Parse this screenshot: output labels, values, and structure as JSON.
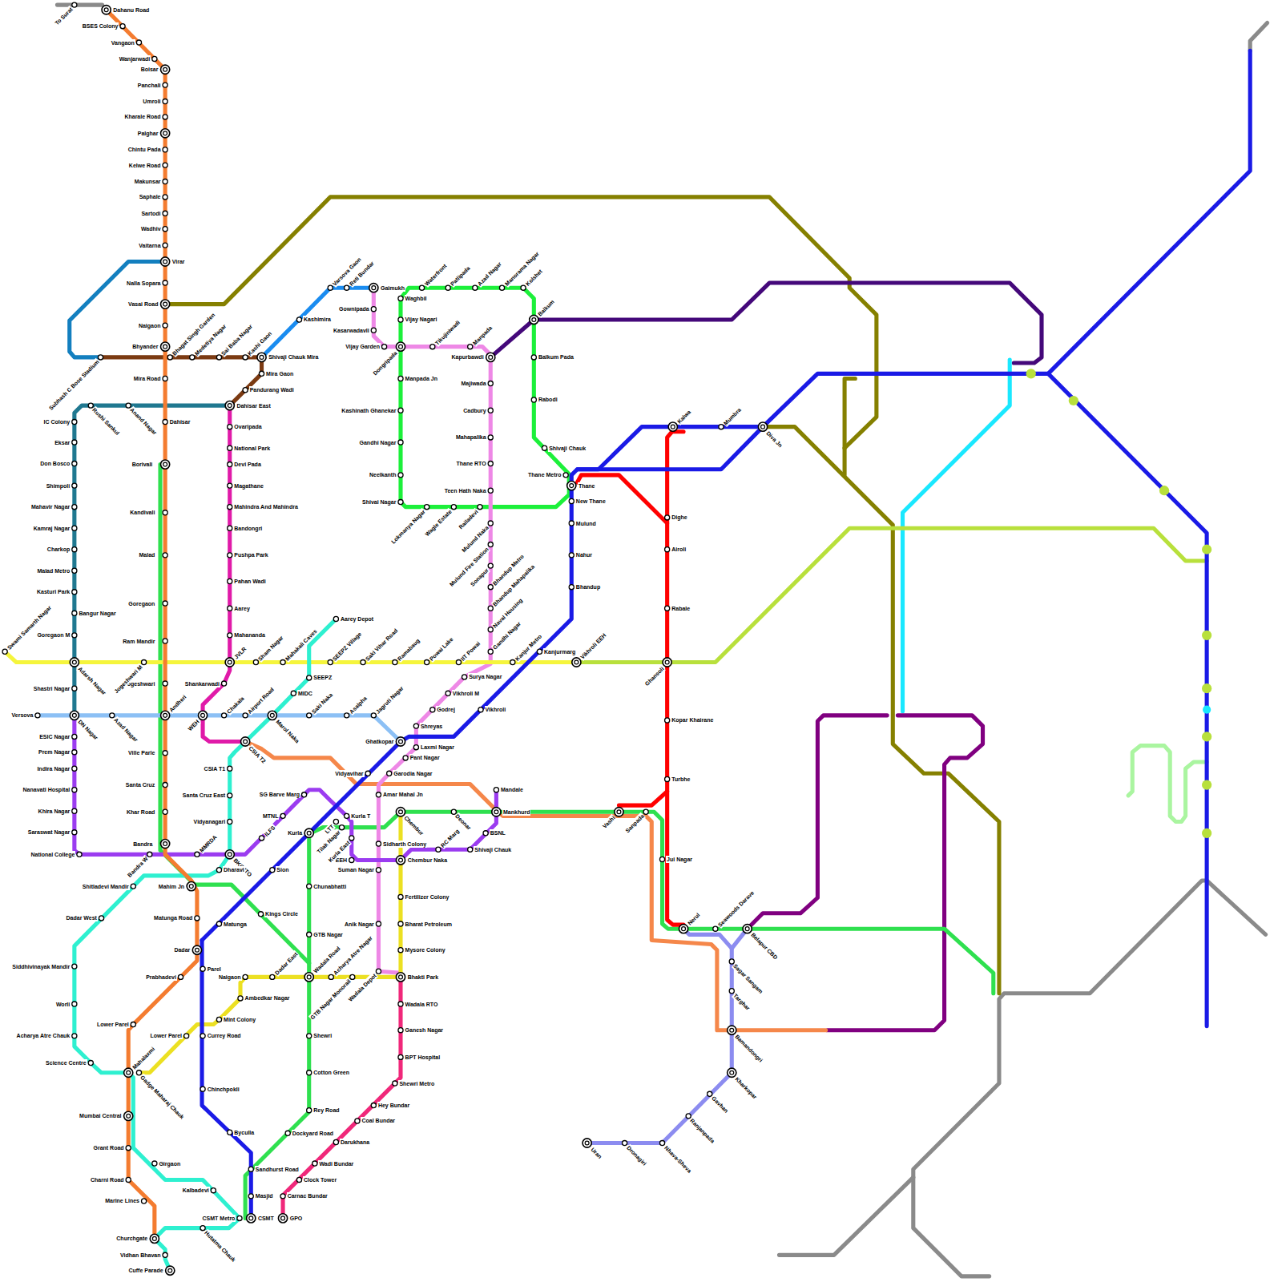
{
  "diagram": {
    "labels": [
      "To Surat",
      "Dahanu Road",
      "BSES Colony",
      "Vangaon",
      "Wanjarwadi",
      "Boisar",
      "Panchali",
      "Umroli",
      "Kharale Road",
      "Palghar",
      "Chintu Pada",
      "Kelwe Road",
      "Makunsar",
      "Saphale",
      "Sartodi",
      "Wadhiv",
      "Vaitarna",
      "Virar",
      "Nalla Sopara",
      "Vasai Road",
      "Naigaon",
      "Bhyander",
      "Mira Road",
      "Dahisar",
      "Borivali",
      "Kandivali",
      "Malad",
      "Goregaon",
      "Ram Mandir",
      "Jogeshwari",
      "Andheri",
      "Ville Parle",
      "Santa Cruz",
      "Khar Road",
      "Bandra",
      "Mahim Jn",
      "Matunga Road",
      "Dadar",
      "Prabhadevi",
      "Lower Parel",
      "Mahalaxmi",
      "Mumbai Central",
      "Grant Road",
      "Charni Road",
      "Marine Lines",
      "Churchgate",
      "Subhash C Bose Stadium",
      "Bhagat Singh Garden",
      "Medetiya Nagar",
      "Sai Baba Nagar",
      "Kashi Gaon",
      "Shivaji Chauk Mira",
      "Mira Gaon",
      "Pandurang Wadi",
      "Dahisar East",
      "Kashimira",
      "Varsova Gaon",
      "Reti Bundar",
      "Gaimukh",
      "Rushi Sankul",
      "Anand Nagar",
      "IC Colony",
      "Eksar",
      "Don Bosco",
      "Shimpoli",
      "Mahavir Nagar",
      "Kamraj Nagar",
      "Charkop",
      "Malad Metro",
      "Kasturi Park",
      "Bangur Nagar",
      "Goregaon M",
      "Adarsh Nagar",
      "Shastri Nagar",
      "DN Nagar",
      "ESIC Nagar",
      "Prem Nagar",
      "Indira Nagar",
      "Nanavati Hospital",
      "Khira Nagar",
      "Saraswat Nagar",
      "National College",
      "Bandra W",
      "MMRDA",
      "BKC ITO",
      "ILFS",
      "MTNL",
      "SG Barve Marg",
      "Kurla T",
      "EEH",
      "Chembur Naka",
      "RC Marg",
      "Shivaji Chauk",
      "BSNL",
      "Mandale",
      "Swami Samarth Nagar",
      "Jogeshwari M",
      "JVLR",
      "Sham Nagar",
      "Mahakali Caves",
      "SEEPZ Village",
      "Saki Vihar Road",
      "Ramabaug",
      "Powai Lake",
      "IIT Powai",
      "Kanjur Metro",
      "Kanjurmarg",
      "Vikhroli EEH",
      "Ovaripada",
      "National Park",
      "Devi Pada",
      "Magathane",
      "Mahindra And Mahindra",
      "Bandongri",
      "Pushpa Park",
      "Pahan Wadi",
      "Aarey",
      "Mahananda",
      "Shankarwadi",
      "WEH",
      "CSIA T2",
      "Versova",
      "Azad Nagar",
      "Chakala",
      "Airport Road",
      "Marol Naka",
      "Saki Naka",
      "Asalpha",
      "Jagruti Nagar",
      "Ghatkopar",
      "Aarey Depot",
      "SEEPZ",
      "MIDC",
      "CSIA T1",
      "Santa Cruz East",
      "Vidyanagari",
      "Dharavi",
      "Shitladevi Mandir",
      "Dadar West",
      "Siddhivinayak Mandir",
      "Worli",
      "Acharya Atre Chauk",
      "Science Centre",
      "Girgaon",
      "Kalbadevi",
      "CSMT Metro",
      "Hutatma Chauk",
      "Vidhan Bhavan",
      "Cuffe Parade",
      "Vidyavihar",
      "Kurla",
      "LTT",
      "Tilak Nagar",
      "Kurla East",
      "Sion",
      "Matunga",
      "Parel",
      "Currey Road",
      "Chinchpokli",
      "Byculla",
      "Sandhurst Road",
      "Masjid",
      "CSMT",
      "Kings Circle",
      "Chunabhatti",
      "GTB Nagar",
      "Wadala Road",
      "Shewri",
      "Cotton Green",
      "Rey Road",
      "Dockyard Road",
      "Naigaon",
      "Dadar East",
      "Acharya Atre Nagar",
      "GTB Nagar Monorail",
      "Wadala Depot",
      "Bhakti Park",
      "Mysore Colony",
      "Bharat Petroleum",
      "Fertilizer Colony",
      "Chembur",
      "Ambedkar Nagar",
      "Mint Colony",
      "Lower Parel",
      "Gadge Maharaj Chauk",
      "Wadala RTO",
      "Ganesh Nagar",
      "BPT Hospital",
      "Shewri Metro",
      "Hey Bundar",
      "Coal Bundar",
      "Darukhana",
      "Wadi Bundar",
      "Clock Tower",
      "Carnac Bundar",
      "GPO",
      "Gownipada",
      "Kasarwadavli",
      "Vijay Garden",
      "Tikujiniwadi",
      "Manpada",
      "Kapurbawdi",
      "Majiwada",
      "Cadbury",
      "Mahapalika",
      "Thane RTO",
      "Teen Hath Naka",
      "Mulund Naka",
      "Mulund Fire Station",
      "Sonapur",
      "Bhandup Metro",
      "Bhandup Mahapalika",
      "Naval Housing",
      "Gandhi Nagar",
      "Surya Nagar",
      "Vikhroli M",
      "Godrej",
      "Shreyas",
      "Laxmi Nagar",
      "Pant Nagar",
      "Garodia Nagar",
      "Amar Mahal Jn",
      "Sidharth Colony",
      "Suman Nagar",
      "Anik Nagar",
      "Waghbil",
      "Waterfront",
      "Patlipada",
      "Azad Nagar",
      "Manorama Nagar",
      "Kolshet",
      "Balkum",
      "Balkum Pada",
      "Rabodi",
      "Shivaji Chauk",
      "Vijay Nagari",
      "Dongripada",
      "Manpada Jn",
      "Kashinath Ghanekar",
      "Gandhi Nagar",
      "Neelkanth",
      "Shivai Nagar",
      "Lokmanya Nagar",
      "Wagle Estate",
      "Railadevi",
      "Thane Metro",
      "Thane",
      "New Thane",
      "Mulund",
      "Nahur",
      "Bhandup",
      "Vikhroli",
      "Kalwa",
      "Mumbra",
      "Diva Jn",
      "Dighe",
      "Airoli",
      "Rabale",
      "Ghansoli",
      "Kopar Khairane",
      "Turbhe",
      "Jui Nagar",
      "Vashi",
      "Sanpada",
      "Mankhurd",
      "Deonar",
      "Nerul",
      "Seawoods Darave",
      "Belapur CBD",
      "Sagar Sangam",
      "Targhar",
      "Bamandongri",
      "Kharkopar",
      "Gavhan",
      "Ranjanpada",
      "Nhava-Sheva",
      "Dronagiri",
      "Uran"
    ]
  }
}
